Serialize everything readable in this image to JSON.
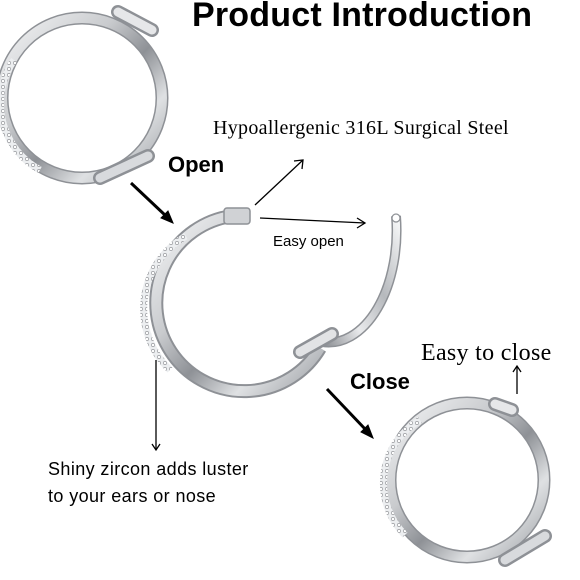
{
  "title": "Product Introduction",
  "labels": {
    "material": "Hypoallergenic 316L Surgical Steel",
    "open": "Open",
    "easy_open": "Easy open",
    "easy_to_close": "Easy to close",
    "close": "Close",
    "zircon_line1": "Shiny zircon adds luster",
    "zircon_line2": "to your ears or nose"
  },
  "colors": {
    "background": "#ffffff",
    "text": "#000000",
    "metal_dark": "#8e9196",
    "metal_mid": "#c9cbce",
    "metal_light": "#f4f5f6"
  }
}
